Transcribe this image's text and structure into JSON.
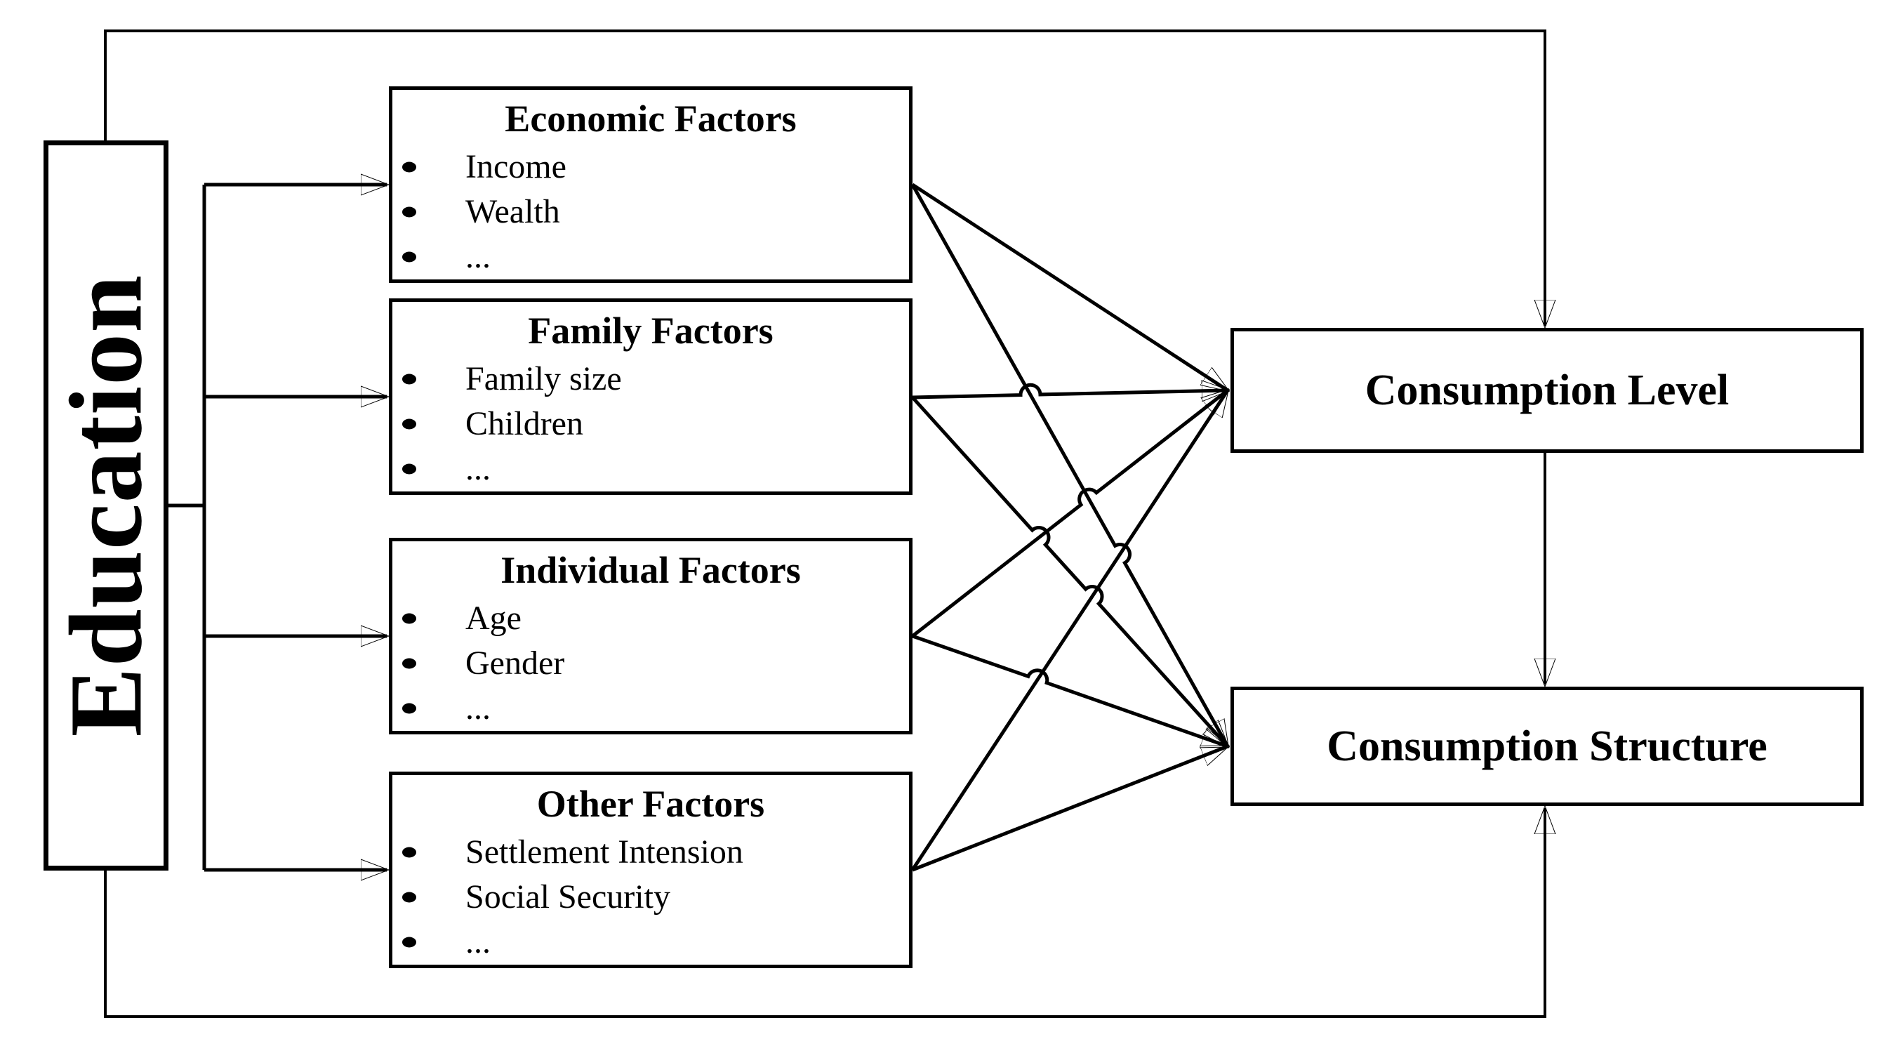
{
  "diagram": {
    "title_implicit": "Education and consumption conceptual framework",
    "source": {
      "label": "Education"
    },
    "factors": [
      {
        "title": "Economic Factors",
        "items": [
          "Income",
          "Wealth",
          "..."
        ]
      },
      {
        "title": "Family Factors",
        "items": [
          "Family size",
          "Children",
          "..."
        ]
      },
      {
        "title": "Individual Factors",
        "items": [
          "Age",
          "Gender",
          "..."
        ]
      },
      {
        "title": "Other Factors",
        "items": [
          "Settlement Intension",
          "Social Security",
          "..."
        ]
      }
    ],
    "outcomes": [
      {
        "label": "Consumption Level"
      },
      {
        "label": "Consumption Structure"
      }
    ],
    "edges": [
      {
        "from": "Education",
        "to": "Economic Factors"
      },
      {
        "from": "Education",
        "to": "Family Factors"
      },
      {
        "from": "Education",
        "to": "Individual Factors"
      },
      {
        "from": "Education",
        "to": "Other Factors"
      },
      {
        "from": "Education",
        "to": "Consumption Level",
        "route": "top border line"
      },
      {
        "from": "Education",
        "to": "Consumption Structure",
        "route": "bottom border line"
      },
      {
        "from": "Economic Factors",
        "to": "Consumption Level"
      },
      {
        "from": "Economic Factors",
        "to": "Consumption Structure"
      },
      {
        "from": "Family Factors",
        "to": "Consumption Level"
      },
      {
        "from": "Family Factors",
        "to": "Consumption Structure"
      },
      {
        "from": "Individual Factors",
        "to": "Consumption Level"
      },
      {
        "from": "Individual Factors",
        "to": "Consumption Structure"
      },
      {
        "from": "Other Factors",
        "to": "Consumption Level"
      },
      {
        "from": "Other Factors",
        "to": "Consumption Structure"
      },
      {
        "from": "Consumption Level",
        "to": "Consumption Structure"
      }
    ],
    "colors": {
      "line": "#000000",
      "background": "#ffffff",
      "box_fill": "#ffffff"
    }
  }
}
